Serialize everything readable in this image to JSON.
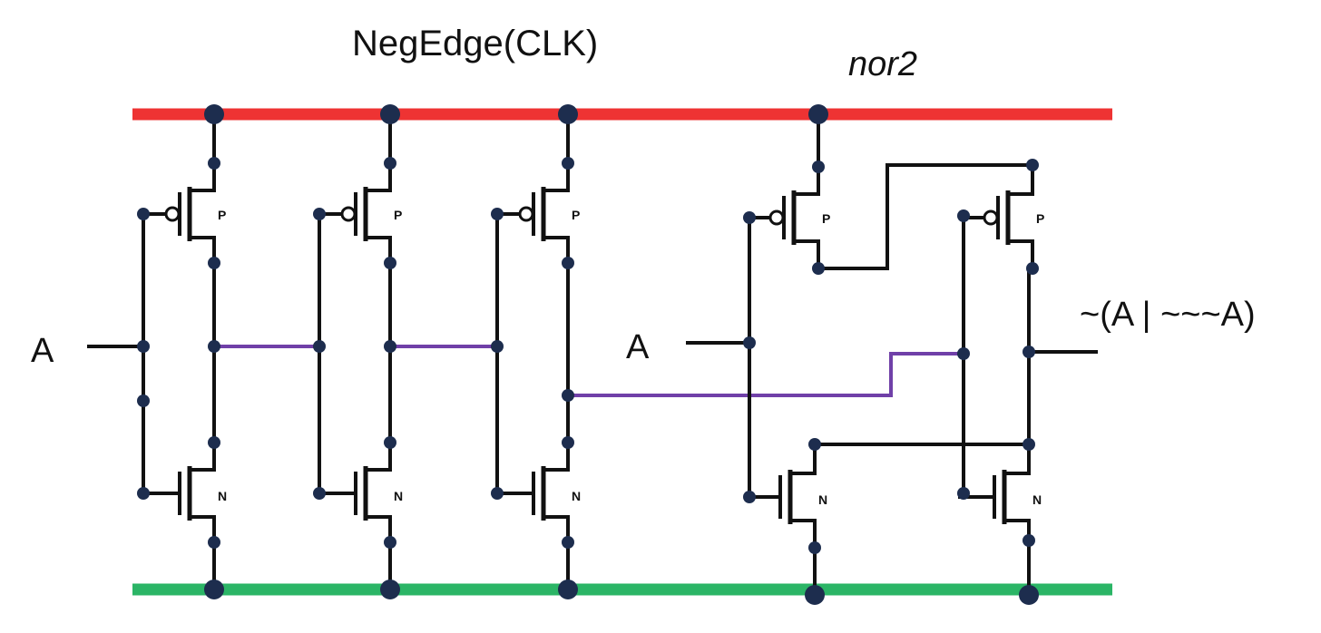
{
  "labels": {
    "title": "NegEdge(CLK)",
    "gate": "nor2",
    "input_left": "A",
    "input_nor": "A",
    "output": "~(A | ~~~A)",
    "pmos_mark": "P",
    "nmos_mark": "N"
  },
  "colors": {
    "vdd_rail": "#ee3333",
    "gnd_rail": "#2bb566",
    "wire": "#111111",
    "internal_wire": "#7040a8",
    "node": "#1d2d4e"
  },
  "circuit": {
    "inverters": 3,
    "nor2_transistors": 4
  }
}
